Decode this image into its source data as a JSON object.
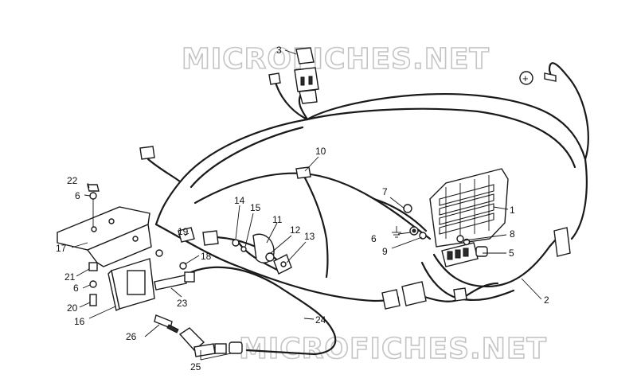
{
  "watermark": {
    "top": "MICROFICHES.NET",
    "bottom": "MICROFICHES.NET"
  },
  "symbols": {
    "positive": "+"
  },
  "icons": {
    "ground": "ground-symbol-icon",
    "positive": "positive-terminal-icon"
  },
  "callouts": {
    "c1": "1",
    "c2": "2",
    "c3": "3",
    "c5": "5",
    "c6a": "6",
    "c6b": "6",
    "c6c": "6",
    "c7": "7",
    "c8": "8",
    "c9": "9",
    "c10": "10",
    "c11": "11",
    "c12": "12",
    "c13": "13",
    "c14": "14",
    "c15": "15",
    "c16": "16",
    "c17": "17",
    "c18": "18",
    "c19": "19",
    "c20": "20",
    "c21": "21",
    "c22": "22",
    "c23": "23",
    "c24": "24",
    "c25": "25",
    "c26": "26"
  }
}
